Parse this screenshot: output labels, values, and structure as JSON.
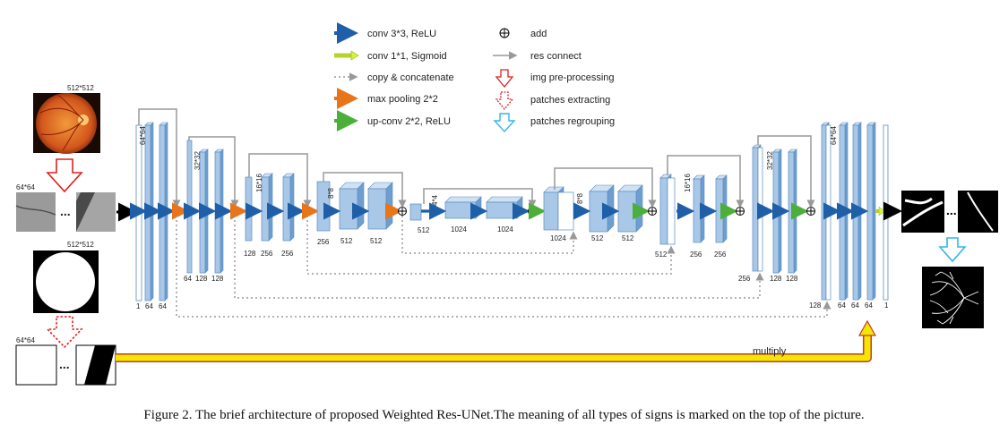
{
  "legend": {
    "conv33": "conv 3*3, ReLU",
    "conv11": "conv 1*1, Sigmoid",
    "copy": "copy & concatenate",
    "maxpool": "max pooling 2*2",
    "upconv": "up-conv  2*2,   ReLU",
    "add": "add",
    "res": "res connect",
    "preproc": "img pre-processing",
    "patch_extract": "patches extracting",
    "patch_regroup": "patches regrouping"
  },
  "labels": {
    "in_size": "512*512",
    "mask_size": "512*512",
    "patch_size": "64*64",
    "mask_patch_size": "64*64",
    "ellipsis": "...",
    "multiply": "multiply",
    "s64": "64*64",
    "s32": "32*32",
    "s16": "16*16",
    "s8": "8*8",
    "s4": "4*4",
    "s8r": "8*8",
    "s16r": "16*16",
    "s32r": "32*32",
    "s64r": "64*64"
  },
  "channels": {
    "enc1": [
      "1",
      "64",
      "64"
    ],
    "enc2": [
      "64",
      "128",
      "128"
    ],
    "enc3": [
      "128",
      "256",
      "256"
    ],
    "enc4": [
      "256",
      "512",
      "512"
    ],
    "bott": [
      "512",
      "1024",
      "1024"
    ],
    "dec4": [
      "1024",
      "512",
      "512"
    ],
    "dec3": [
      "512",
      "256",
      "256"
    ],
    "dec2": [
      "256",
      "128",
      "128"
    ],
    "dec1": [
      "128",
      "64",
      "64",
      "64",
      "1"
    ]
  },
  "caption": "Figure 2.   The brief architecture of proposed Weighted Res-UNet.The meaning of all types of signs is marked on the top of the picture.",
  "colors": {
    "block_face": "#a9c8e8",
    "block_side": "#6d9ecf",
    "conv_arrow": "#1f5fa8",
    "sigmoid_arrow": "#d8f23c",
    "pool_arrow": "#e8751a",
    "upconv_arrow": "#4caf3a",
    "res_line": "#999999",
    "copy_line": "#9a9a9a",
    "preproc": "#e02020",
    "regroup": "#33b6ea",
    "multiply": "#f5e600",
    "multiply_edge": "#c0392b"
  }
}
